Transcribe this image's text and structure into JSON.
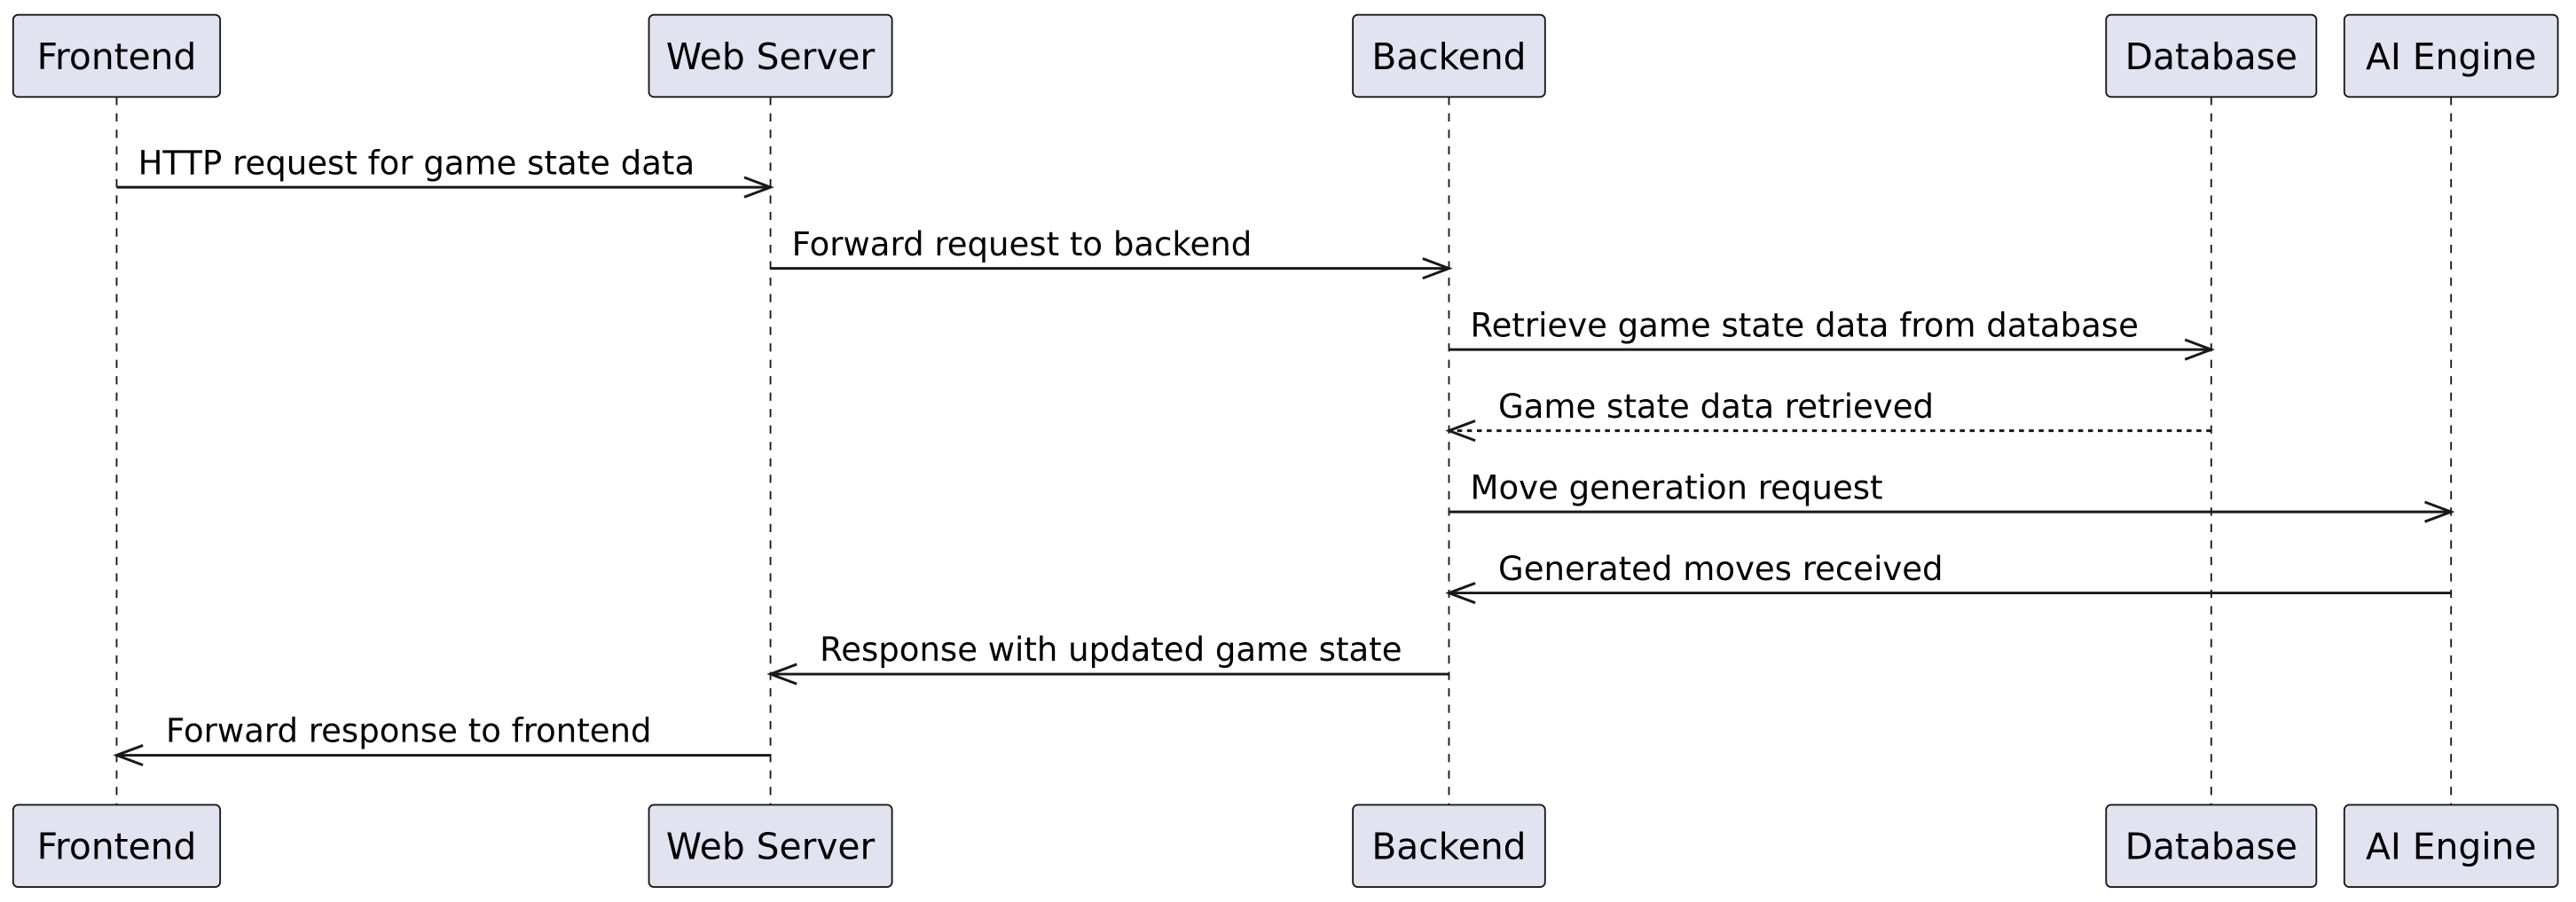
{
  "participants": [
    {
      "id": "frontend",
      "label": "Frontend"
    },
    {
      "id": "webserver",
      "label": "Web Server"
    },
    {
      "id": "backend",
      "label": "Backend"
    },
    {
      "id": "database",
      "label": "Database"
    },
    {
      "id": "aiengine",
      "label": "AI Engine"
    }
  ],
  "messages": [
    {
      "from": "frontend",
      "to": "webserver",
      "label": "HTTP request for game state data",
      "style": "solid"
    },
    {
      "from": "webserver",
      "to": "backend",
      "label": "Forward request to backend",
      "style": "solid"
    },
    {
      "from": "backend",
      "to": "database",
      "label": "Retrieve game state data from database",
      "style": "solid"
    },
    {
      "from": "database",
      "to": "backend",
      "label": "Game state data retrieved",
      "style": "dashed"
    },
    {
      "from": "backend",
      "to": "aiengine",
      "label": "Move generation request",
      "style": "solid"
    },
    {
      "from": "aiengine",
      "to": "backend",
      "label": "Generated moves received",
      "style": "solid"
    },
    {
      "from": "backend",
      "to": "webserver",
      "label": "Response with updated game state",
      "style": "solid"
    },
    {
      "from": "webserver",
      "to": "frontend",
      "label": "Forward response to frontend",
      "style": "solid"
    }
  ],
  "colors": {
    "participant_fill": "#e2e2f0",
    "stroke": "#181818",
    "text": "#000000"
  }
}
